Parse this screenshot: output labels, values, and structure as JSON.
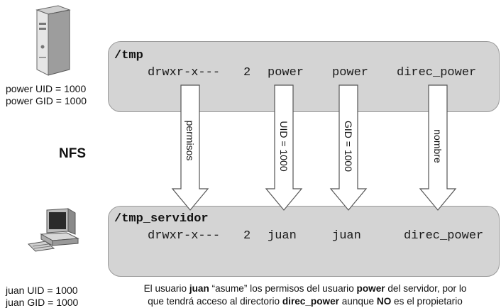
{
  "server": {
    "uid_label": "power UID = 1000",
    "gid_label": "power GID = 1000",
    "path": "/tmp",
    "perms": "drwxr-x---",
    "links": "2",
    "owner": "power",
    "group": "power",
    "name": "direc_power"
  },
  "nfs_label": "NFS",
  "client": {
    "uid_label": "juan UID = 1000",
    "gid_label": "juan GID = 1000",
    "path": "/tmp_servidor",
    "perms": "drwxr-x---",
    "links": "2",
    "owner": "juan",
    "group": "juan",
    "name": "direc_power"
  },
  "arrows": [
    {
      "label": "permisos"
    },
    {
      "label": "UID = 1000"
    },
    {
      "label": "GID = 1000"
    },
    {
      "label": "nombre"
    }
  ],
  "caption": {
    "l1_a": "El usuario ",
    "l1_b": "juan",
    "l1_c": " “asume” los permisos del usuario ",
    "l1_d": "power",
    "l1_e": " del servidor, por lo",
    "l2_a": "que tendrá acceso al directorio ",
    "l2_b": "direc_power",
    "l2_c": " aunque ",
    "l2_d": "NO",
    "l2_e": " es el propietario"
  }
}
